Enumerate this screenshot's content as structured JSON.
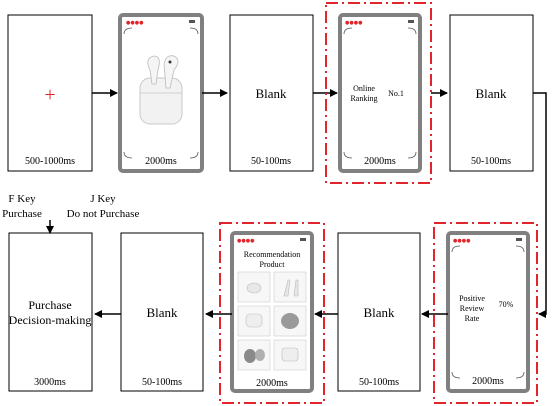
{
  "row1": {
    "fixation": {
      "symbol": "+",
      "duration": "500-1000ms"
    },
    "product": {
      "duration": "2000ms"
    },
    "blank1": {
      "label": "Blank",
      "duration": "50-100ms"
    },
    "ranking": {
      "label_line1": "Online",
      "label_line2": "Ranking",
      "value": "No.1",
      "duration": "2000ms"
    },
    "blank2": {
      "label": "Blank",
      "duration": "50-100ms"
    }
  },
  "row2": {
    "review": {
      "label_line1": "Positive",
      "label_line2": "Review",
      "label_line3": "Rate",
      "value": "70%",
      "duration": "2000ms"
    },
    "blank3": {
      "label": "Blank",
      "duration": "50-100ms"
    },
    "recommendation": {
      "title_line1": "Recommendation",
      "title_line2": "Product",
      "duration": "2000ms"
    },
    "blank4": {
      "label": "Blank",
      "duration": "50-100ms"
    },
    "decision": {
      "label_line1": "Purchase",
      "label_line2": "Decision-making",
      "duration": "3000ms"
    }
  },
  "keys": {
    "f_key": "F Key",
    "f_action": "Purchase",
    "j_key": "J Key",
    "j_action": "Do not Purchase"
  },
  "colors": {
    "highlight": "#e0262b",
    "phone_frame": "#808080",
    "fixation": "#e0262b"
  }
}
